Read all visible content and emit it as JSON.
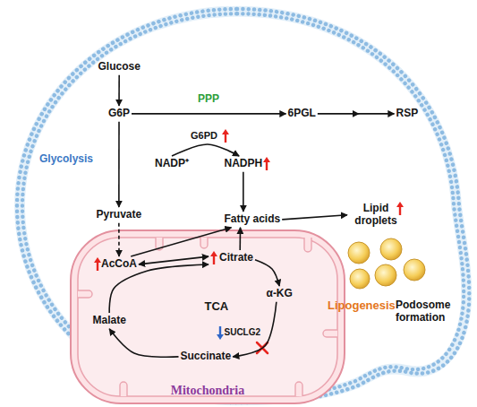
{
  "diagram": {
    "nodes": [
      {
        "text": [
          "Glucose"
        ]
      },
      {
        "text": [
          "G6P"
        ]
      },
      {
        "text": [
          "6PGL"
        ]
      },
      {
        "text": [
          "RSP"
        ]
      },
      {
        "text": [
          "NADP⁺"
        ]
      },
      {
        "text": [
          "NADPH"
        ]
      },
      {
        "text": [
          "Pyruvate"
        ]
      },
      {
        "text": [
          "Fatty acids"
        ]
      },
      {
        "text": [
          "Lipid droplets"
        ]
      },
      {
        "text": [
          "Mitochondria"
        ]
      },
      {
        "text": [
          "AcCoA"
        ],
        "in": 9
      },
      {
        "text": [
          "Citrate"
        ],
        "in": 9
      },
      {
        "text": [
          "TCA"
        ],
        "in": 9
      },
      {
        "text": [
          "α-KG"
        ],
        "in": 9
      },
      {
        "text": [
          "Malate"
        ],
        "in": 9
      },
      {
        "text": [
          "Succinate"
        ],
        "in": 9
      }
    ],
    "edges": [
      {
        "from": 0,
        "to": 1,
        "arrow": "to"
      },
      {
        "from": 1,
        "to": 2,
        "label": "PPP",
        "arrow": "to"
      },
      {
        "from": 2,
        "to": 3,
        "arrow": "to"
      },
      {
        "from": 1,
        "to": 6,
        "label": "Glycolysis",
        "arrow": "to"
      },
      {
        "from": 4,
        "to": 5,
        "label": "G6PD",
        "arrow": "to"
      },
      {
        "from": 5,
        "to": 7,
        "arrow": "to"
      },
      {
        "from": 7,
        "to": 8,
        "arrow": "to"
      },
      {
        "from": 6,
        "to": 10,
        "arrow": "to"
      },
      {
        "from": 10,
        "to": 7,
        "arrow": "to"
      },
      {
        "from": 11,
        "to": 7,
        "arrow": "to"
      },
      {
        "from": 10,
        "to": 11,
        "arrow": "both"
      },
      {
        "from": 14,
        "to": 11,
        "arrow": "to"
      },
      {
        "from": 11,
        "to": 13,
        "arrow": "to"
      },
      {
        "from": 13,
        "to": 15,
        "label": "SUCLG2",
        "arrow": "to"
      },
      {
        "from": 15,
        "to": 14,
        "arrow": "to"
      }
    ],
    "labels": [
      "Lipogenesis",
      "Podosome formation"
    ]
  }
}
